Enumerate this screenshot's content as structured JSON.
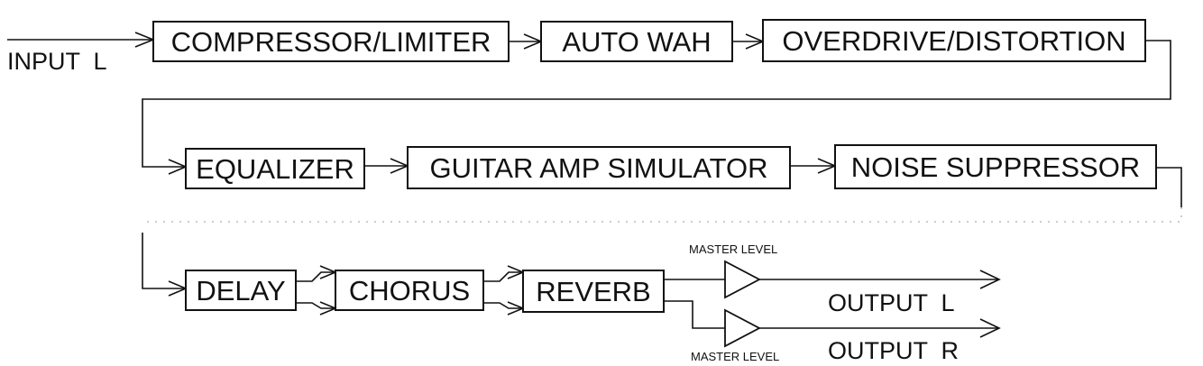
{
  "input": {
    "label": "INPUT  L"
  },
  "blocks": {
    "compressor": "COMPRESSOR/LIMITER",
    "auto_wah": "AUTO WAH",
    "overdrive": "OVERDRIVE/DISTORTION",
    "equalizer": "EQUALIZER",
    "amp_sim": "GUITAR AMP SIMULATOR",
    "noise_suppressor": "NOISE SUPPRESSOR",
    "delay": "DELAY",
    "chorus": "CHORUS",
    "reverb": "REVERB"
  },
  "outputs": {
    "left": {
      "label": "OUTPUT  L",
      "level_label": "MASTER LEVEL"
    },
    "right": {
      "label": "OUTPUT  R",
      "level_label": "MASTER LEVEL"
    }
  }
}
